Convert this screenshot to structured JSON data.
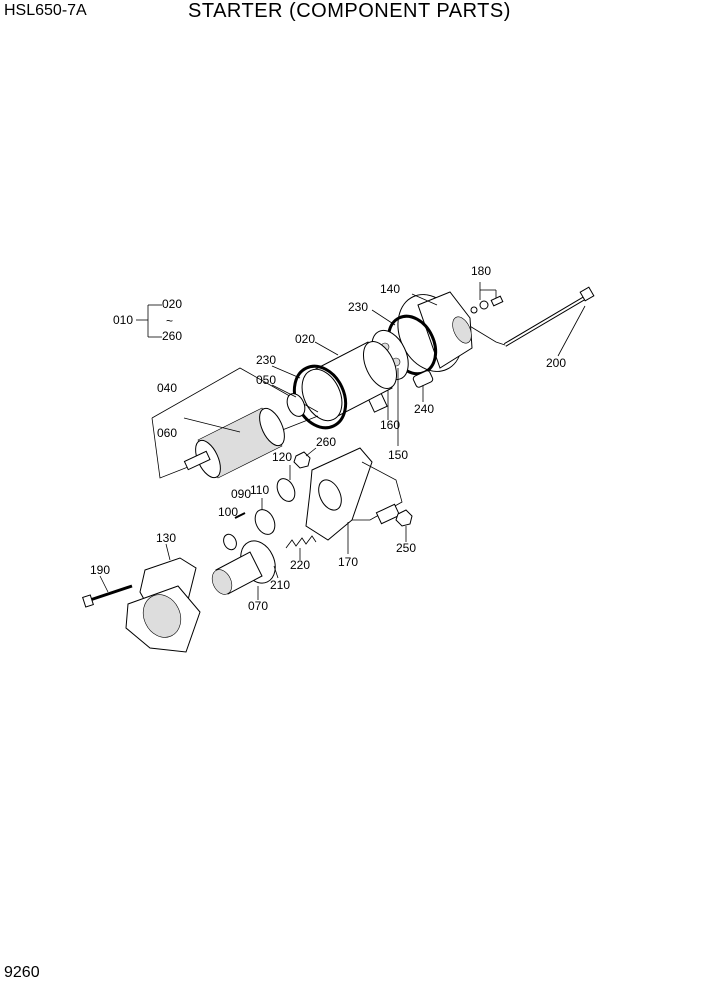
{
  "header": {
    "model": "HSL650-7A",
    "title": "STARTER (COMPONENT PARTS)"
  },
  "footer": {
    "page_number": "9260"
  },
  "legend": {
    "assembly": "010",
    "range_start": "020",
    "range_tilde": "~",
    "range_end": "260"
  },
  "callouts": {
    "p180": "180",
    "p140": "140",
    "p230a": "230",
    "p020": "020",
    "p200": "200",
    "p230b": "230",
    "p050": "050",
    "p040": "040",
    "p240": "240",
    "p060": "060",
    "p160": "160",
    "p260": "260",
    "p150": "150",
    "p120": "120",
    "p090": "090",
    "p110": "110",
    "p100": "100",
    "p250": "250",
    "p130": "130",
    "p220": "220",
    "p170": "170",
    "p190": "190",
    "p210": "210",
    "p070": "070"
  }
}
